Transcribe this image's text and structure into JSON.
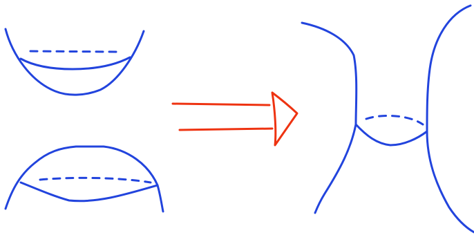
{
  "diagram": {
    "colors": {
      "ink": "#2244dd",
      "arrow": "#ee3311",
      "background": "#ffffff"
    },
    "parts": [
      {
        "name": "upper-cap",
        "type": "bowl"
      },
      {
        "name": "lower-cap",
        "type": "dome"
      },
      {
        "name": "implication-arrow",
        "type": "double-arrow"
      },
      {
        "name": "neck-surface",
        "type": "connected-sum-neck"
      }
    ]
  }
}
